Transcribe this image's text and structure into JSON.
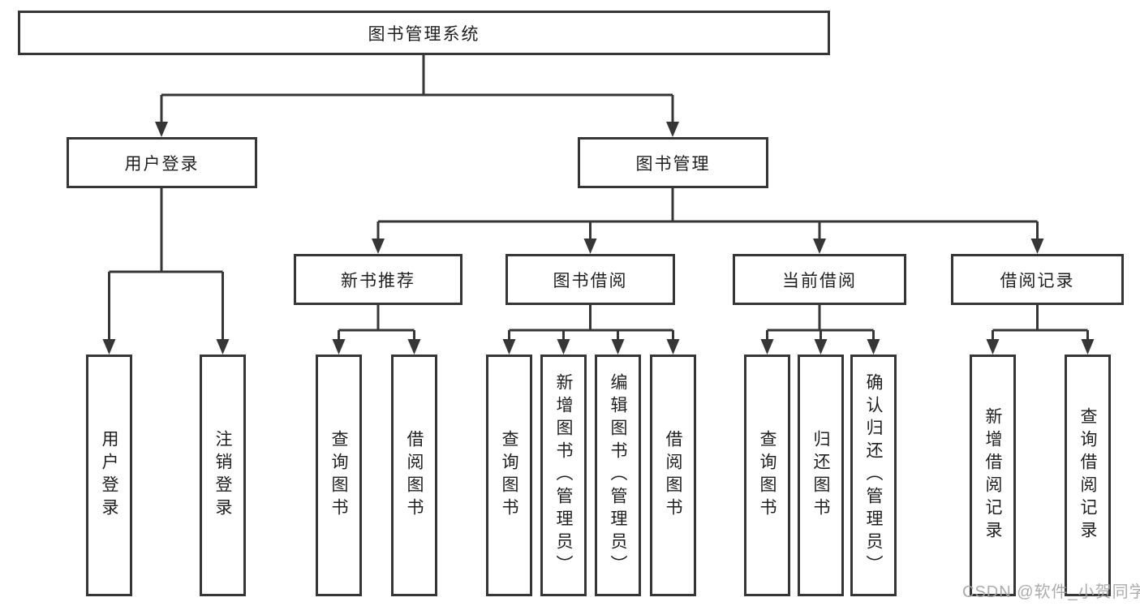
{
  "diagram": {
    "root": {
      "label": "图书管理系统"
    },
    "branches": [
      {
        "label": "用户登录",
        "children": [
          {
            "label": "用户登录"
          },
          {
            "label": "注销登录"
          }
        ]
      },
      {
        "label": "图书管理",
        "children": [
          {
            "label": "新书推荐",
            "children": [
              {
                "label": "查询图书"
              },
              {
                "label": "借阅图书"
              }
            ]
          },
          {
            "label": "图书借阅",
            "children": [
              {
                "label": "查询图书"
              },
              {
                "label": "新增图书（管理员）"
              },
              {
                "label": "编辑图书（管理员）"
              },
              {
                "label": "借阅图书"
              }
            ]
          },
          {
            "label": "当前借阅",
            "children": [
              {
                "label": "查询图书"
              },
              {
                "label": "归还图书"
              },
              {
                "label": "确认归还（管理员）"
              }
            ]
          },
          {
            "label": "借阅记录",
            "children": [
              {
                "label": "新增借阅记录"
              },
              {
                "label": "查询借阅记录"
              }
            ]
          }
        ]
      }
    ]
  },
  "watermark": {
    "text": "CSDN @软件_小贺同学"
  },
  "colors": {
    "line": "#363636",
    "text": "#1f1f1f",
    "background": "#ffffff",
    "watermark": "#a5a5a5"
  }
}
